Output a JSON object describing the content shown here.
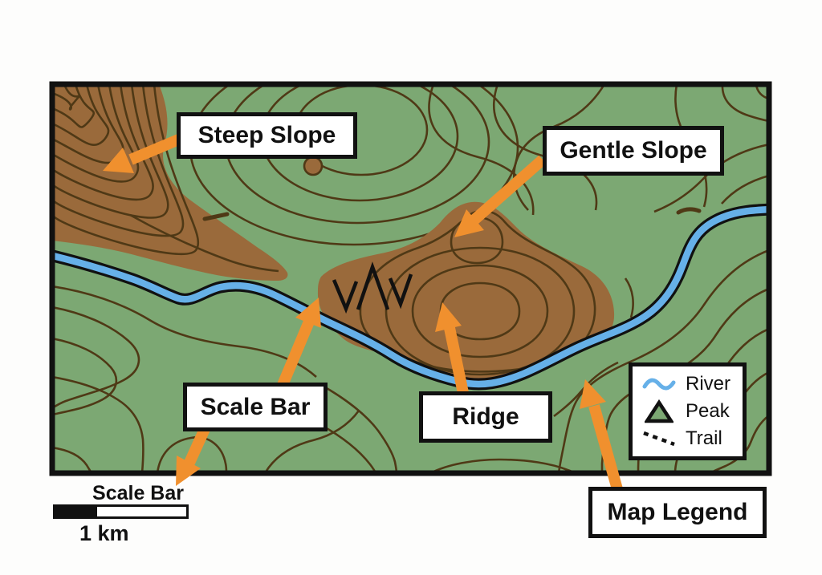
{
  "colors": {
    "terrain_green": "#7CA873",
    "hill_brown": "#9A6A3B",
    "contour_brown": "#4F3916",
    "river_blue": "#66B0E8",
    "arrow_orange": "#F0902E",
    "ink_black": "#111111",
    "label_bg": "#FFFFFF",
    "page_bg": "#FDFDFC"
  },
  "annotations": {
    "steep_slope": "Steep Slope",
    "gentle_slope": "Gentle Slope",
    "scale_bar": "Scale Bar",
    "ridge": "Ridge",
    "map_legend": "Map Legend"
  },
  "legend": {
    "items": [
      {
        "icon": "river-icon",
        "label": "River"
      },
      {
        "icon": "peak-icon",
        "label": "Peak"
      },
      {
        "icon": "trail-icon",
        "label": "Trail"
      }
    ]
  },
  "scale_bar": {
    "title": "Scale Bar",
    "distance_label": "1 km"
  }
}
